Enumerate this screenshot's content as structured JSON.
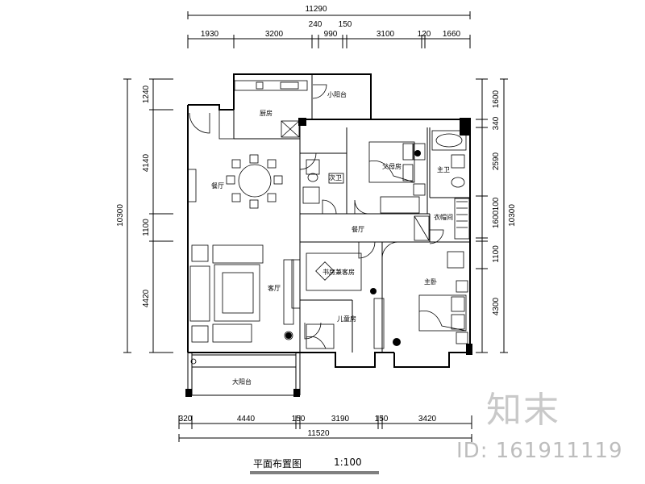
{
  "dimensions": {
    "top_total": "11290",
    "top_segments": [
      "1930",
      "3200",
      "240",
      "990",
      "150",
      "3100",
      "120",
      "1660"
    ],
    "bottom_total": "11520",
    "bottom_segments": [
      "320",
      "4440",
      "150",
      "3190",
      "150",
      "3420"
    ],
    "left_total": "10300",
    "left_segments": [
      "1240",
      "4140",
      "1100",
      "4420"
    ],
    "right_total": "10300",
    "right_segments": [
      "1600",
      "340",
      "2590",
      "1600",
      "100",
      "1100",
      "4300"
    ]
  },
  "rooms": {
    "kitchen": "厨房",
    "small_balcony": "小阳台",
    "dining": "餐厅",
    "second_bath": "次卫",
    "parents_room": "父母房",
    "master_bath": "主卫",
    "cloakroom": "衣帽间",
    "corridor": "餐厅",
    "study_guest": "书房兼客房",
    "master_bedroom": "主卧",
    "living": "客厅",
    "kids_room": "儿童房",
    "big_balcony": "大阳台"
  },
  "title": {
    "name": "平面布置图",
    "scale": "1:100"
  },
  "watermark": {
    "logo": "知末",
    "id": "ID: 161911119"
  }
}
